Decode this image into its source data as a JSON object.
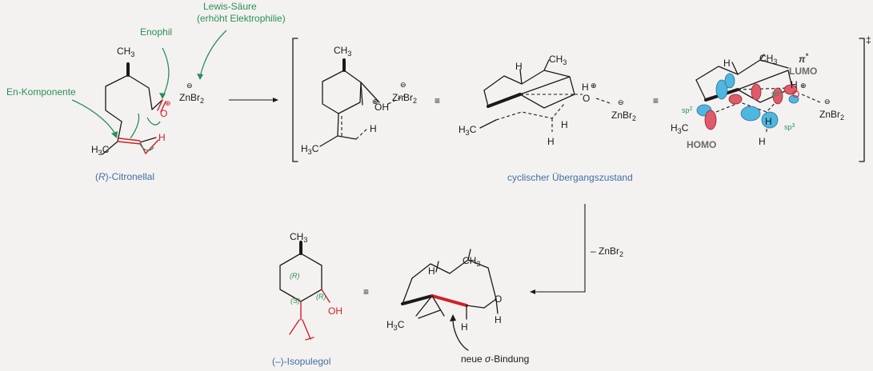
{
  "labels": {
    "lewis_line1": "Lewis-Säure",
    "lewis_line2": "(erhöht Elektrophilie)",
    "enophil": "Enophil",
    "en_komponente": "En-Komponente",
    "citronellal_R": "R",
    "citronellal_name": "-Citronellal",
    "ts_label": "cyclischer Übergangszustand",
    "isopulegol_prefix": "(–)",
    "isopulegol_name": "-Isopulegol",
    "sigma_pre": "neue ",
    "sigma_sym": "σ",
    "sigma_post": "-Bindung",
    "minus_znbr2": "– ZnBr",
    "homo": "HOMO",
    "lumo": "LUMO",
    "pi_star": "π",
    "star": "*",
    "double_dagger": "‡",
    "equiv": "≡",
    "plus": "⊕",
    "minus": "⊖"
  },
  "atoms": {
    "ch3": "CH",
    "three": "3",
    "zn": "ZnBr",
    "two": "2",
    "o": "O",
    "oh": "OH",
    "h": "H",
    "h3c": "H",
    "h3c_c": "C",
    "sp2": "sp",
    "sp3": "sp",
    "sp_exp2": "2",
    "sp_exp3": "3",
    "R": "R",
    "S": "S"
  },
  "colors": {
    "green": "#2a8f5a",
    "blue": "#3f6fa8",
    "red": "#d0202a",
    "orbital_blue": "#4fb6e0",
    "orbital_red": "#e05a6a",
    "background": "#f4f2f0"
  }
}
